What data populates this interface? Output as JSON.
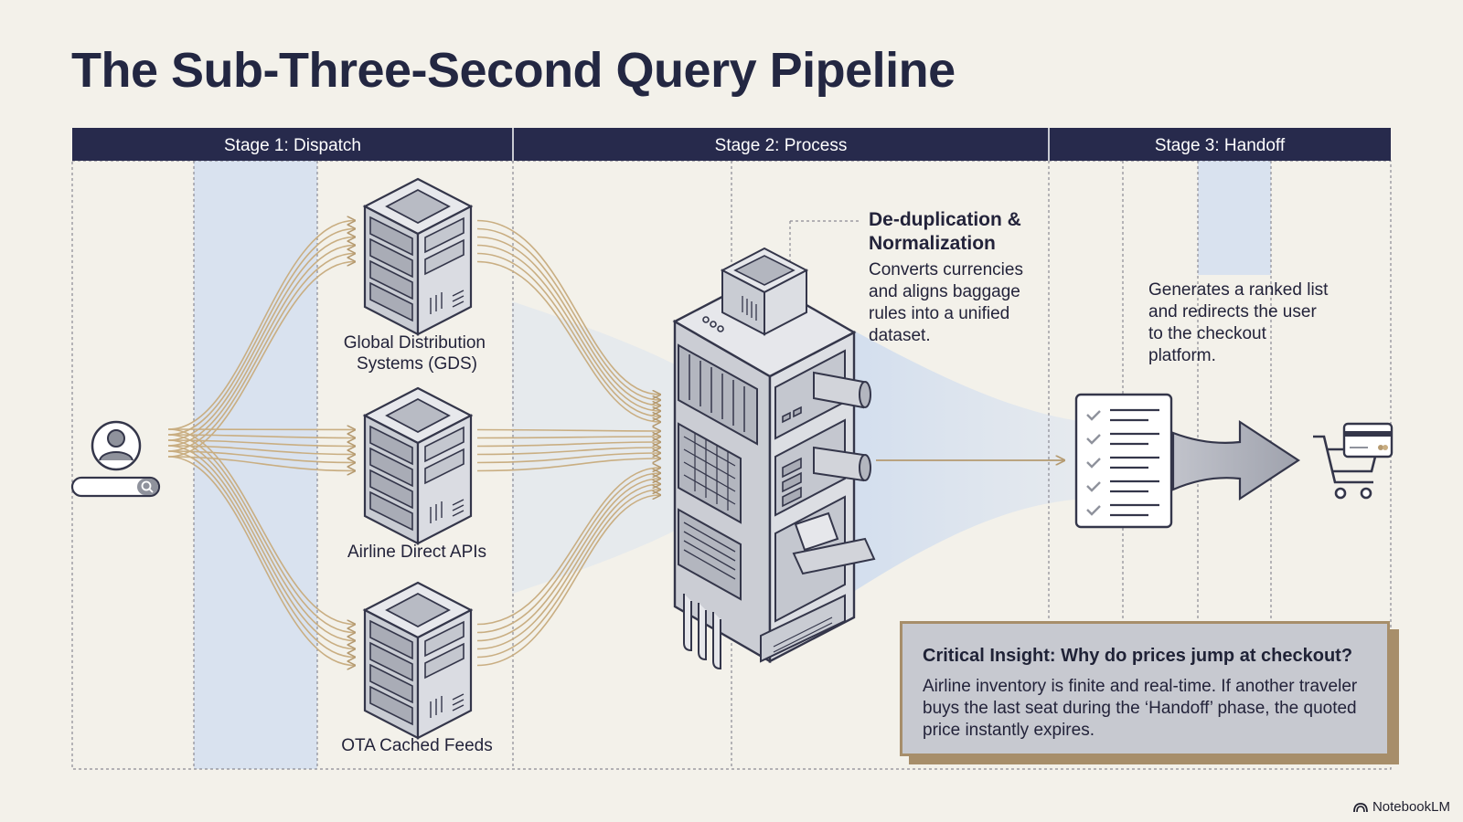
{
  "title": "The Sub-Three-Second Query Pipeline",
  "stages": [
    {
      "label": "Stage 1: Dispatch"
    },
    {
      "label": "Stage 2: Process"
    },
    {
      "label": "Stage 3: Handoff"
    }
  ],
  "sources": [
    {
      "label_lines": [
        "Global Distribution",
        "Systems (GDS)"
      ]
    },
    {
      "label_lines": [
        "Airline Direct APIs"
      ]
    },
    {
      "label_lines": [
        "OTA Cached Feeds"
      ]
    }
  ],
  "processor_callout": {
    "heading": "De-duplication & Normalization",
    "body": "Converts currencies and aligns baggage rules into a unified dataset."
  },
  "handoff_callout": {
    "body": "Generates a ranked list and redirects the user to the checkout platform."
  },
  "insight": {
    "heading": "Critical Insight: Why do prices jump at checkout?",
    "body": "Airline inventory is finite and real-time. If another traveler buys the last seat during the ‘Handoff’ phase, the quoted price instantly expires."
  },
  "brand": "NotebookLM",
  "icons": [
    "user-icon",
    "search-icon",
    "server-icon",
    "processing-tower-icon",
    "checklist-icon",
    "arrow-icon",
    "shopping-cart-icon",
    "credit-card-icon",
    "notebooklm-logo-icon"
  ],
  "colors": {
    "background": "#f3f1ea",
    "header_bar": "#272a4c",
    "flow_lines": "#c9ae82",
    "highlight_band": "#dbe3ef",
    "insight_fill": "#c7c9d0",
    "insight_border": "#a78e6a"
  }
}
